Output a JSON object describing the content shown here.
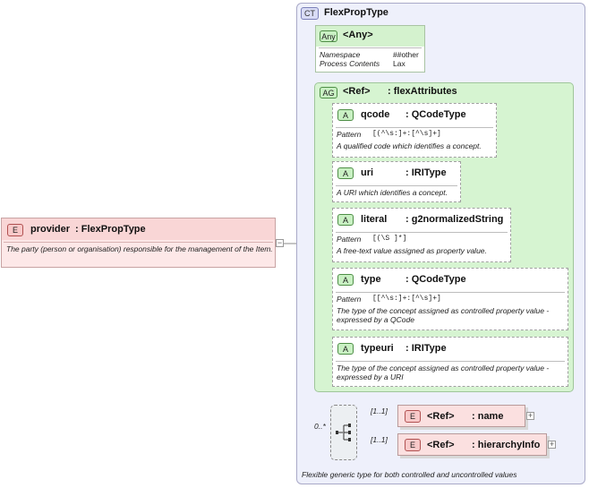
{
  "complex_type": {
    "badge": "CT",
    "name": "FlexPropType",
    "footer": "Flexible generic type for both controlled and uncontrolled values"
  },
  "provider": {
    "badge": "E",
    "name": "provider",
    "type": ": FlexPropType",
    "doc": "The party (person or organisation) responsible for the management of the Item.",
    "collapse": "−"
  },
  "any": {
    "badge": "Any",
    "name": "<Any>",
    "props": [
      {
        "label": "Namespace",
        "value": "##other"
      },
      {
        "label": "Process Contents",
        "value": "Lax"
      }
    ]
  },
  "attr_group": {
    "badge": "AG",
    "name": "<Ref>",
    "type": ": flexAttributes",
    "attributes": [
      {
        "badge": "A",
        "name": "qcode",
        "type": ": QCodeType",
        "pattern_label": "Pattern",
        "pattern": "[(^\\s:]+:[^\\s]+]",
        "doc": "A qualified code which identifies a concept."
      },
      {
        "badge": "A",
        "name": "uri",
        "type": ": IRIType",
        "doc": "A URI which identifies a concept."
      },
      {
        "badge": "A",
        "name": "literal",
        "type": ": g2normalizedString",
        "pattern_label": "Pattern",
        "pattern": "[(\\S ]*]",
        "doc": "A free-text value assigned as property value."
      },
      {
        "badge": "A",
        "name": "type",
        "type": ": QCodeType",
        "pattern_label": "Pattern",
        "pattern": "[[^\\s:]+:[^\\s]+]",
        "doc": "The type of the concept assigned as controlled property value - expressed by a QCode"
      },
      {
        "badge": "A",
        "name": "typeuri",
        "type": ": IRIType",
        "doc": "The type of the concept assigned as controlled property value - expressed by a URI"
      }
    ]
  },
  "sequence": {
    "multiplicity": "0..*",
    "icon": "sequence-icon",
    "children": [
      {
        "badge": "E",
        "name": "<Ref>",
        "type": ": name",
        "multiplicity": "[1..1]",
        "expand": "+"
      },
      {
        "badge": "E",
        "name": "<Ref>",
        "type": ": hierarchyInfo",
        "multiplicity": "[1..1]",
        "expand": "+"
      }
    ]
  },
  "colors": {
    "ct_bg": "#eef0fb",
    "ag_bg": "#d6f4d1",
    "element_bg": "#fde8e8",
    "attribute_badge": "#c9f0c3"
  }
}
